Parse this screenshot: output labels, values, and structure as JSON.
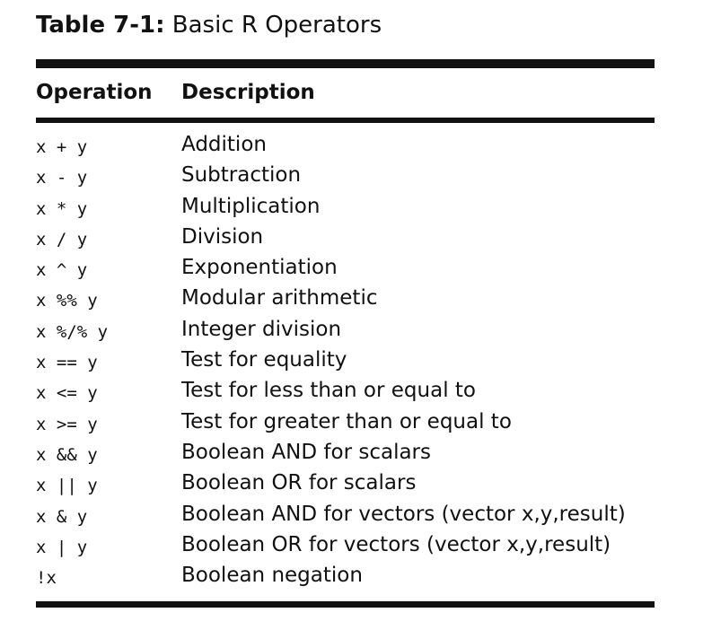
{
  "caption": {
    "label": "Table 7-1:",
    "title": "Basic R Operators"
  },
  "table": {
    "headers": {
      "operation": "Operation",
      "description": "Description"
    },
    "rows": [
      {
        "operation": "x + y",
        "description": "Addition"
      },
      {
        "operation": "x - y",
        "description": "Subtraction"
      },
      {
        "operation": "x * y",
        "description": "Multiplication"
      },
      {
        "operation": "x / y",
        "description": "Division"
      },
      {
        "operation": "x ^ y",
        "description": "Exponentiation"
      },
      {
        "operation": "x %% y",
        "description": "Modular arithmetic"
      },
      {
        "operation": "x %/% y",
        "description": "Integer division"
      },
      {
        "operation": "x == y",
        "description": "Test for equality"
      },
      {
        "operation": "x <= y",
        "description": "Test for less than or equal to"
      },
      {
        "operation": "x >= y",
        "description": "Test for greater than or equal to"
      },
      {
        "operation": "x && y",
        "description": "Boolean AND for scalars"
      },
      {
        "operation": "x || y",
        "description": "Boolean OR for scalars"
      },
      {
        "operation": "x & y",
        "description": "Boolean AND for vectors (vector x,y,result)"
      },
      {
        "operation": "x | y",
        "description": "Boolean OR for vectors (vector x,y,result)"
      },
      {
        "operation": "!x",
        "description": "Boolean negation"
      }
    ]
  }
}
